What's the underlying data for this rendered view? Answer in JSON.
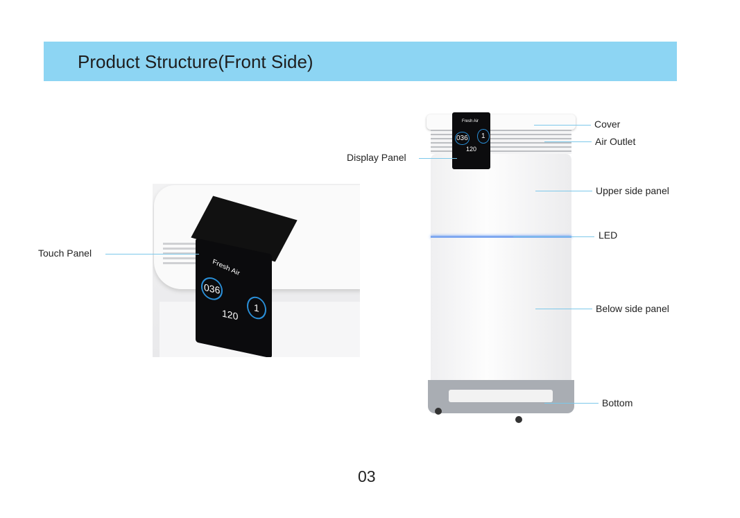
{
  "header": {
    "title": "Product Structure(Front Side)"
  },
  "colors": {
    "banner": "#8dd5f3",
    "leader_line": "#7cc8ea",
    "led": "#7fa8f0"
  },
  "labels": {
    "touch_panel": "Touch Panel",
    "display_panel": "Display Panel",
    "cover": "Cover",
    "air_outlet": "Air Outlet",
    "upper_side_panel": "Upper side panel",
    "led": "LED",
    "below_side_panel": "Below side panel",
    "bottom": "Bottom"
  },
  "device_screen": {
    "brand": "Fresh Air",
    "reading_1": "036",
    "reading_2": "1",
    "reading_3": "120"
  },
  "footer": {
    "page_number": "03"
  }
}
